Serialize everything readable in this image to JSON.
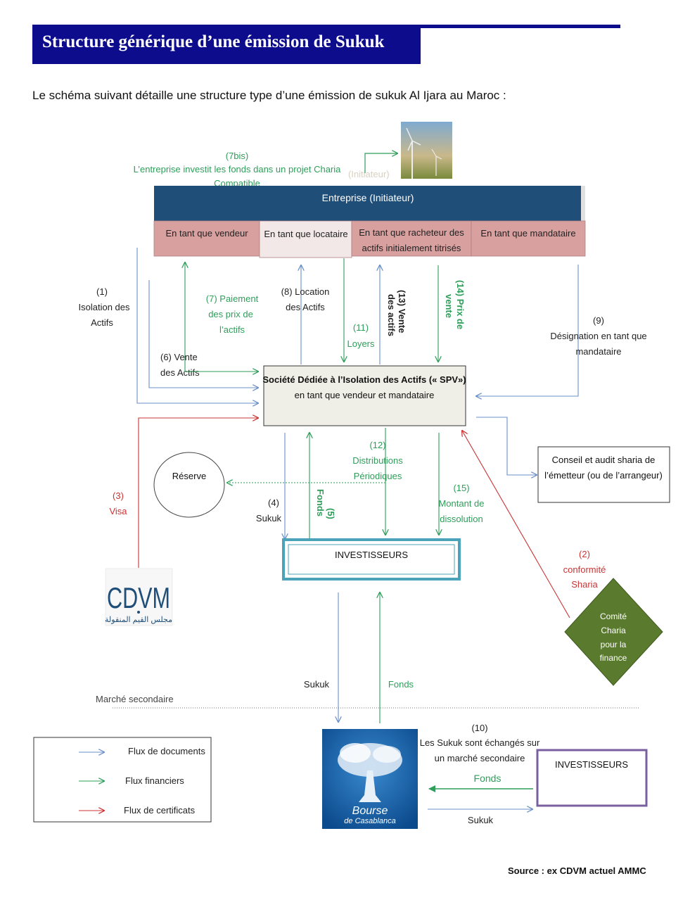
{
  "page": {
    "title": "Structure générique d’une émission de Sukuk",
    "intro": "Le schéma suivant détaille une structure  type d’une émission de sukuk Al Ijara au Maroc :",
    "source": "Source : ex CDVM actuel AMMC"
  },
  "diagram": {
    "entreprise": {
      "title": "Entreprise (Initiateur)",
      "roles": [
        "En tant que vendeur",
        "En tant que locataire",
        "En tant que racheteur des",
        "actifs initialement titrisés",
        "En tant que mandataire"
      ]
    },
    "initiateur_photo_label": "(Initiateur)",
    "spv": {
      "line1": "Société Dédiée à l’Isolation des Actifs (« SPV»)",
      "line2": "en tant que vendeur et mandataire"
    },
    "investisseurs": "INVESTISSEURS",
    "investisseurs_secondaire": "INVESTISSEURS",
    "reserve": "Réserve",
    "conseil": {
      "line1": "Conseil et audit sharia de",
      "line2": "l’émetteur (ou de l’arrangeur)"
    },
    "comite": [
      "Comité",
      "Charia",
      "pour la",
      "finance"
    ],
    "cdvm": {
      "logo": "CDVM",
      "arabic": "مجلس القيم المنقولة"
    },
    "bourse": {
      "line1": "Bourse",
      "line2": "de Casablanca"
    },
    "marche_secondaire": "Marché secondaire",
    "flows": {
      "f1": [
        "(1)",
        "Isolation des",
        "Actifs"
      ],
      "f2": [
        "(2)",
        "conformité",
        "Sharia"
      ],
      "f3": [
        "(3)",
        "Visa"
      ],
      "f4": [
        "(4)",
        "Sukuk"
      ],
      "f5": [
        "(5)",
        "Fonds"
      ],
      "f6": [
        "(6) Vente",
        "des Actifs"
      ],
      "f7": [
        "(7) Paiement",
        "des prix de",
        "l’actifs"
      ],
      "f7bis": [
        "(7bis)",
        "L’entreprise investit les fonds dans un projet Charia",
        "Compatible"
      ],
      "f8": [
        "(8) Location",
        "des Actifs"
      ],
      "f9": [
        "(9)",
        "Désignation en tant que",
        "mandataire"
      ],
      "f10": [
        "(10)",
        "Les Sukuk sont échangés sur",
        "un marché secondaire"
      ],
      "f11": [
        "(11)",
        "Loyers"
      ],
      "f12": [
        "(12)",
        "Distributions",
        "Périodiques"
      ],
      "f13": [
        "(13) Vente",
        "des actifs"
      ],
      "f14": [
        "(14)  Prix de",
        "vente"
      ],
      "f15": [
        "(15)",
        "Montant de",
        "dissolution"
      ],
      "sukuk_bourse": "Sukuk",
      "fonds_bourse": "Fonds",
      "fonds_secondaire": "Fonds",
      "sukuk_secondaire": "Sukuk"
    },
    "legend": [
      "Flux de documents",
      "Flux financiers",
      "Flux de certificats"
    ],
    "colors": {
      "documents": "#6a8fc8",
      "financiers": "#2e9e5a",
      "certificats": "#cc3333",
      "navy": "#0c0c8c",
      "entreprise": "#1f4e79",
      "role_pink": "#d9a0a0",
      "comite": "#5a7a2e",
      "investisseurs_border": "#4aa3b8",
      "investisseurs2_border": "#7a5fa0"
    }
  }
}
